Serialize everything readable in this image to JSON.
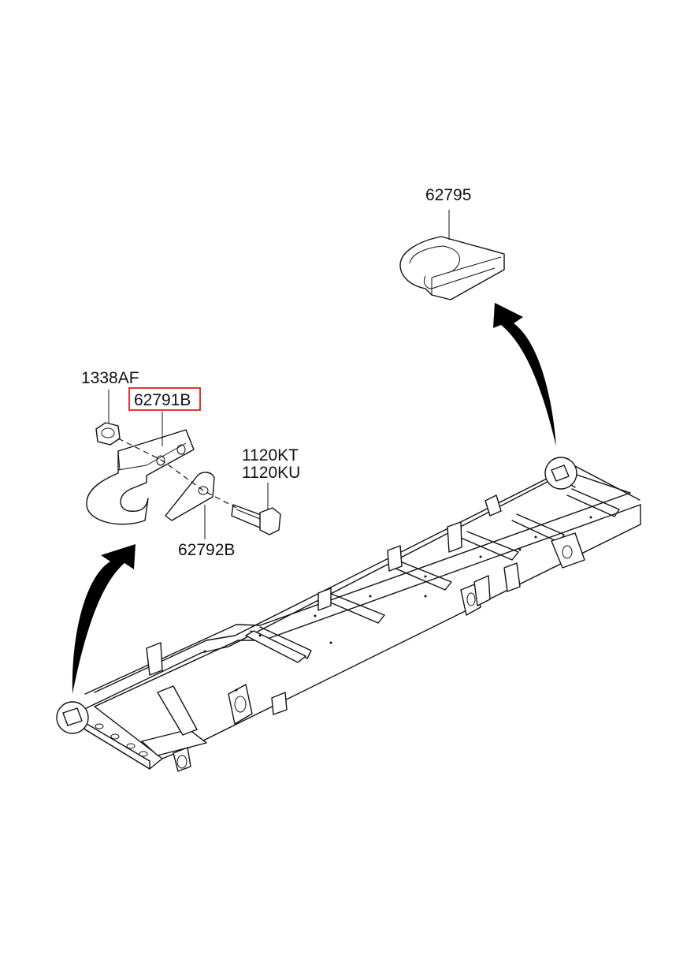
{
  "labels": {
    "part_62795": "62795",
    "part_1338AF": "1338AF",
    "part_62791B": "62791B",
    "part_1120KT": "1120KT",
    "part_1120KU": "1120KU",
    "part_62792B": "62792B"
  },
  "highlight": {
    "part": "62791B",
    "border_color": "#e02020"
  },
  "colors": {
    "line": "#111111",
    "arrow": "#000000",
    "background": "#ffffff"
  }
}
